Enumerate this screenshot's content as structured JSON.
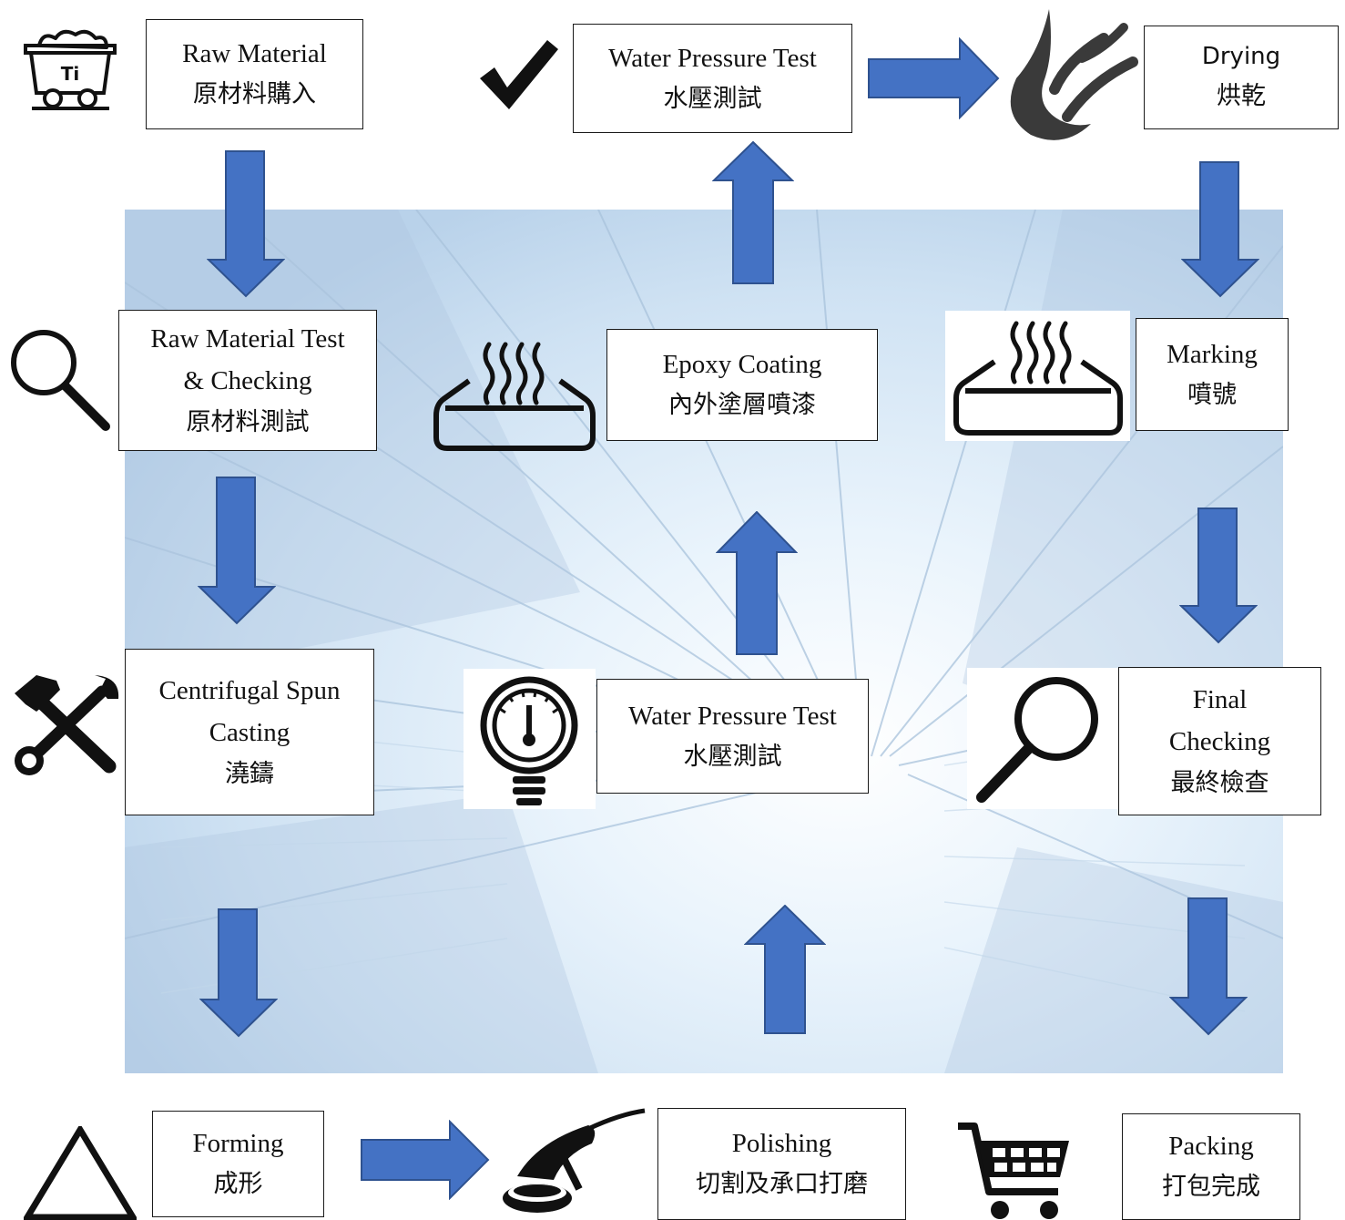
{
  "steps": {
    "raw_material": {
      "en": "Raw Material",
      "zh": "原材料購入"
    },
    "raw_material_test": {
      "en1": "Raw Material Test",
      "en2": "& Checking",
      "zh": "原材料測試"
    },
    "casting": {
      "en1": "Centrifugal Spun",
      "en2": "Casting",
      "zh": "澆鑄"
    },
    "forming": {
      "en": "Forming",
      "zh": "成形"
    },
    "polishing": {
      "en": "Polishing",
      "zh": "切割及承口打磨"
    },
    "water_pressure_test_1": {
      "en": "Water Pressure Test",
      "zh": "水壓測試"
    },
    "epoxy_coating": {
      "en": "Epoxy Coating",
      "zh": "內外塗層噴漆"
    },
    "water_pressure_test_2": {
      "en": "Water Pressure Test",
      "zh": "水壓測試"
    },
    "drying": {
      "en": "Drying",
      "zh": "烘乾"
    },
    "marking": {
      "en": "Marking",
      "zh": "噴號"
    },
    "final_checking": {
      "en1": "Final",
      "en2": "Checking",
      "zh": "最終檢查"
    },
    "packing": {
      "en": "Packing",
      "zh": "打包完成"
    }
  },
  "icons": {
    "cart_label": "Ti"
  },
  "colors": {
    "arrow_fill": "#4472C4",
    "arrow_stroke": "#2F528F"
  }
}
